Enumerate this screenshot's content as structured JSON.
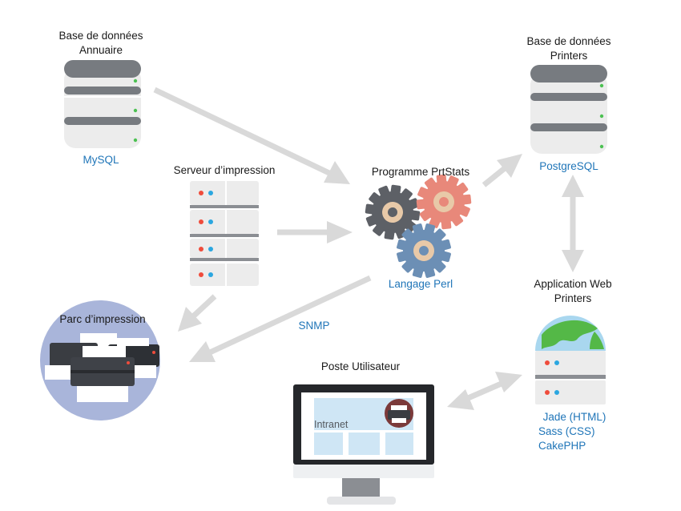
{
  "nodes": {
    "annuaire": {
      "title": "Base de données",
      "subtitle": "Annuaire",
      "tech": "MySQL"
    },
    "printers_db": {
      "title": "Base de données",
      "subtitle": "Printers",
      "tech": "PostgreSQL"
    },
    "print_server": {
      "title": "Serveur d’impression"
    },
    "prtstats": {
      "title": "Programme PrtStats",
      "tech": "Langage Perl"
    },
    "webapp": {
      "title": "Application Web",
      "subtitle": "Printers",
      "tech": [
        "Jade (HTML)",
        "Sass (CSS)",
        "CakePHP"
      ]
    },
    "parc": {
      "title": "Parc d’impression"
    },
    "poste": {
      "title": "Poste Utilisateur",
      "screen_label": "Intranet"
    }
  },
  "edges": {
    "snmp_label": "SNMP"
  },
  "colors": {
    "accent_blue": "#1f75b8",
    "arrow_gray": "#d9d9d9",
    "db_dark": "#777b80",
    "db_light": "#ececec",
    "led_green": "#4cc152",
    "led_red": "#ef4c3c",
    "led_blue": "#2ba7e0",
    "gear_dark": "#5d6066",
    "gear_red": "#e8887a",
    "gear_blue": "#6c8fb5",
    "gear_core": "#e8c9a8",
    "parc_circle": "#a9b5da",
    "monitor_frame": "#25272b",
    "screen_bg": "#cfe6f5",
    "globe_green": "#54b847",
    "globe_blue": "#a9d7ef"
  }
}
